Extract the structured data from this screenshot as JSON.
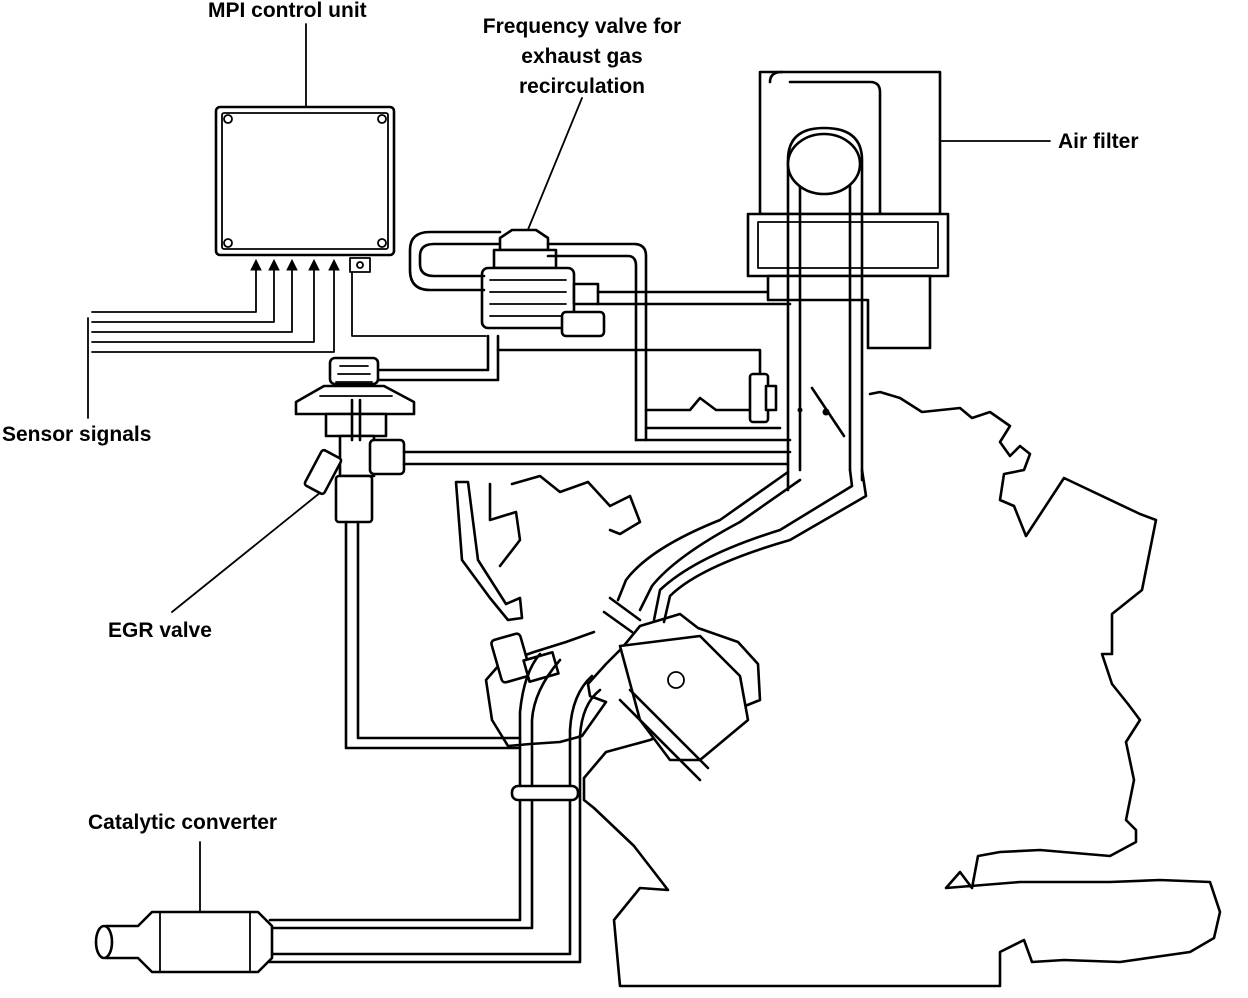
{
  "labels": {
    "mpi_control_unit": "MPI control unit",
    "frequency_valve": [
      "Frequency valve for",
      "exhaust gas",
      "recirculation"
    ],
    "air_filter": "Air filter",
    "sensor_signals": "Sensor signals",
    "egr_valve": "EGR valve",
    "catalytic_converter": "Catalytic converter"
  }
}
